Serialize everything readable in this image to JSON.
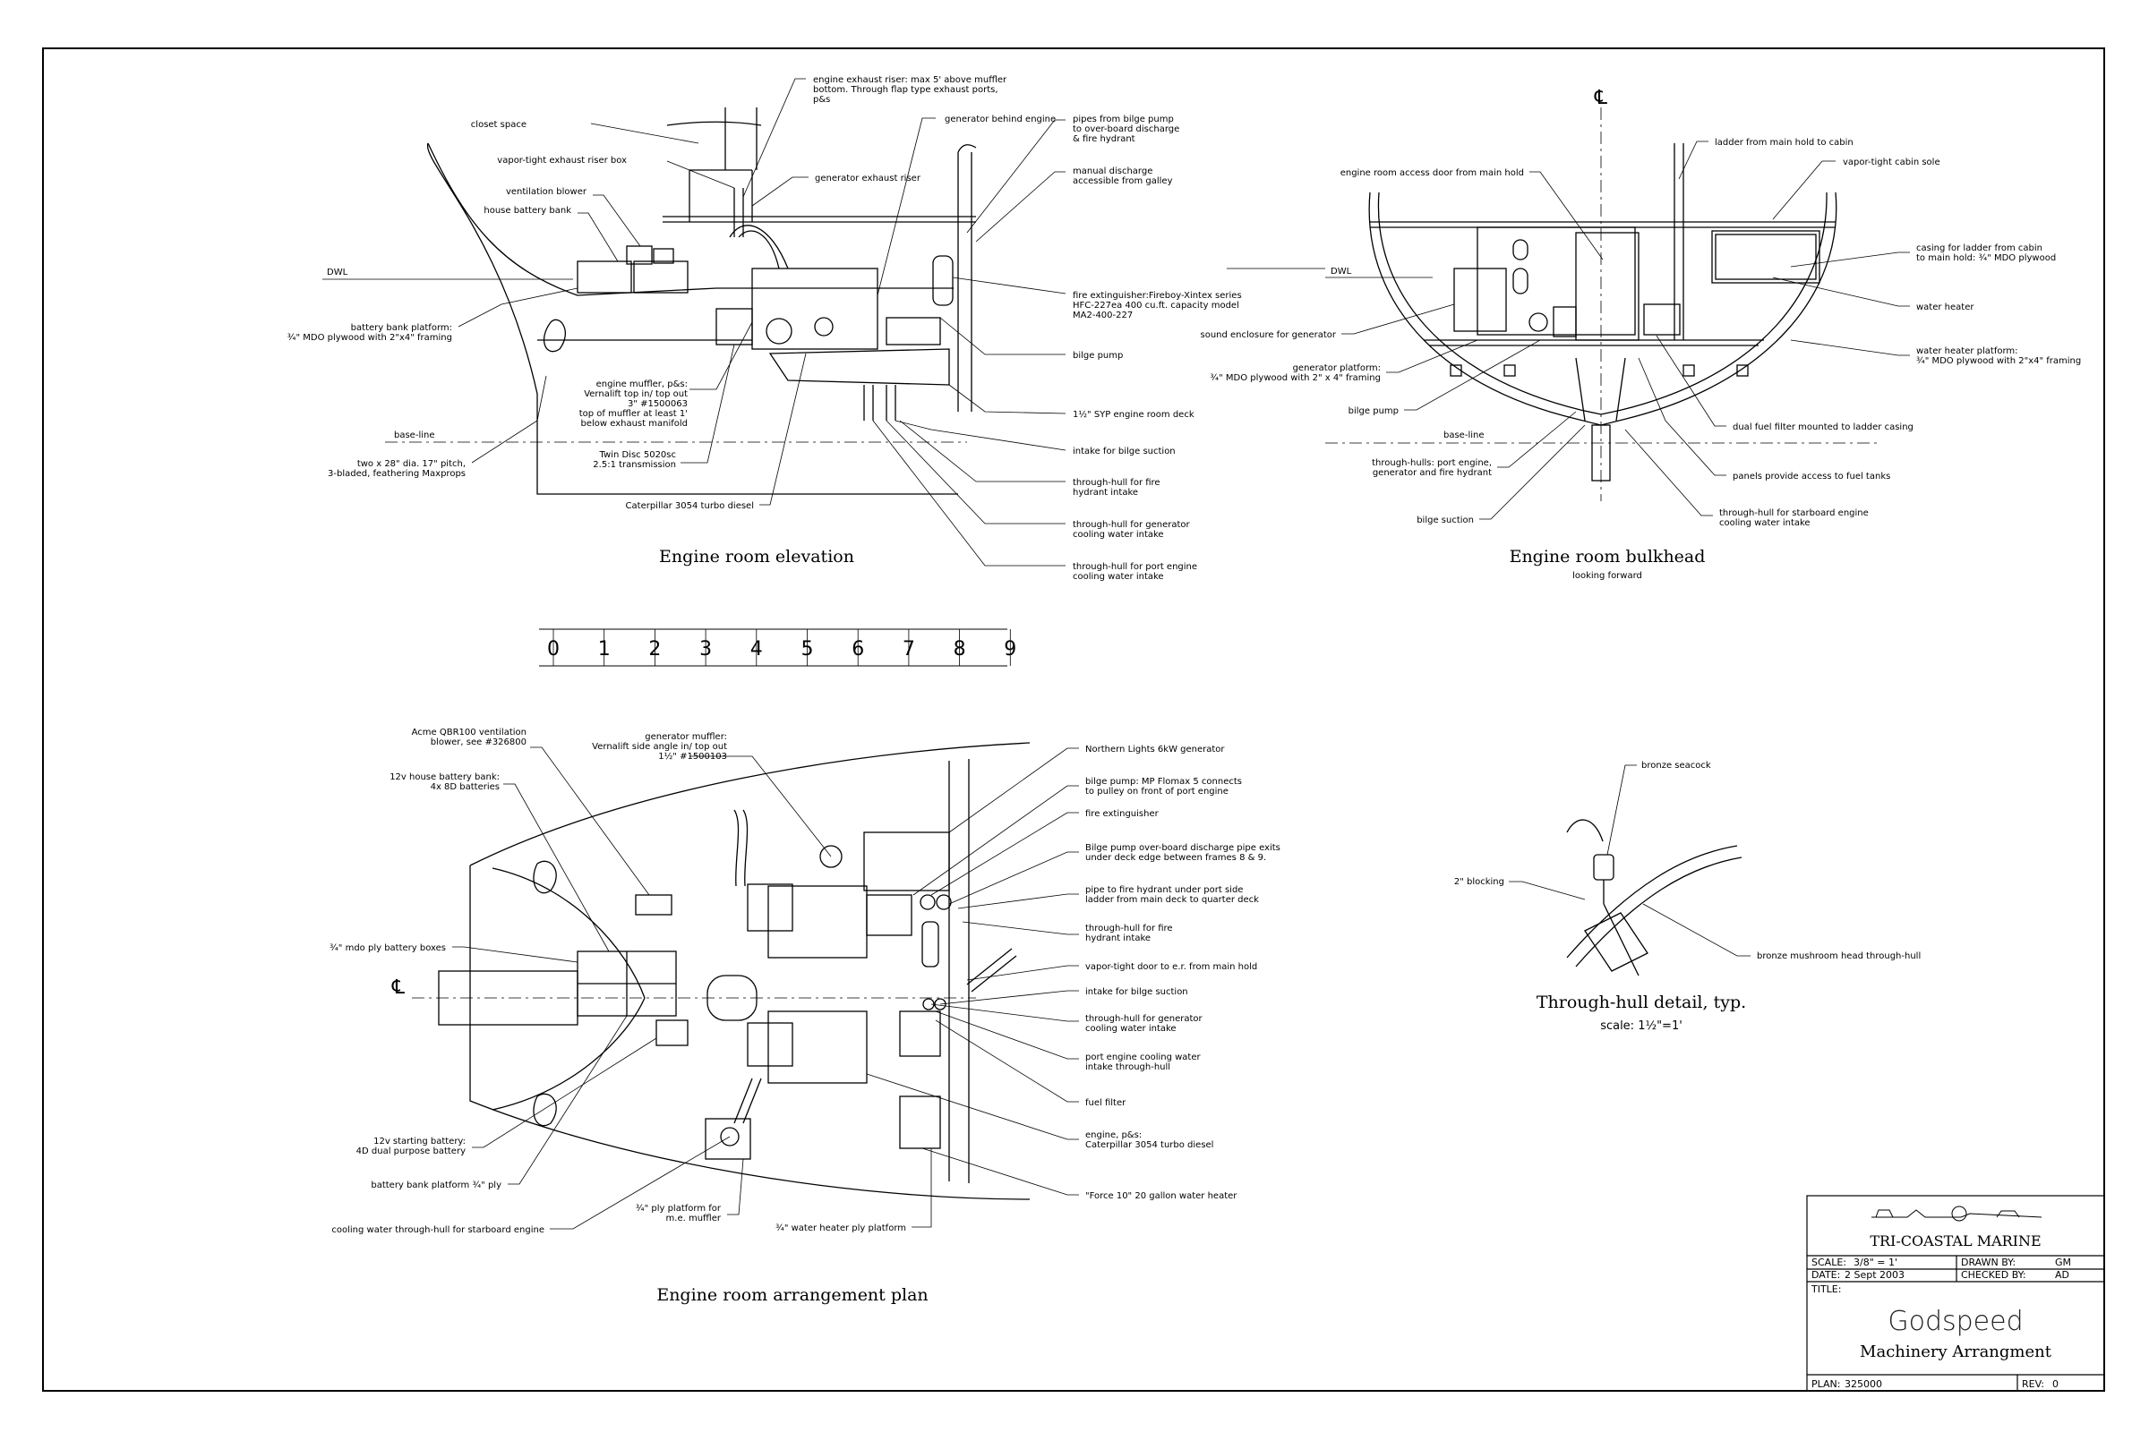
{
  "views": {
    "elevation": {
      "title": "Engine room elevation",
      "dwl": "DWL",
      "baseline": "base-line",
      "labels": {
        "exhaust_riser": [
          "engine exhaust riser: max 5' above muffler",
          "bottom. Through flap type exhaust ports,",
          "p&s"
        ],
        "closet": [
          "closet space"
        ],
        "riser_box": [
          "vapor-tight exhaust riser box"
        ],
        "gen_exhaust": [
          "generator exhaust riser"
        ],
        "gen_behind": [
          "generator behind engine"
        ],
        "pipes_bilge": [
          "pipes from bilge pump",
          "to over-board discharge",
          "& fire hydrant"
        ],
        "manual_discharge": [
          "manual discharge",
          "accessible from galley"
        ],
        "vent_blower": [
          "ventilation blower"
        ],
        "house_battery": [
          "house battery bank"
        ],
        "fire_ext": [
          "fire extinguisher:Fireboy-Xintex series",
          "HFC-227ea 400 cu.ft. capacity model",
          "MA2-400-227"
        ],
        "battery_platform": [
          "battery bank platform:",
          "¾\" MDO plywood with 2\"x4\" framing"
        ],
        "bilge_pump": [
          "bilge pump"
        ],
        "muffler": [
          "engine muffler, p&s:",
          "Vernalift top in/ top out",
          "3\" #1500063",
          "top of muffler at least 1'",
          "below exhaust manifold"
        ],
        "syp_deck": [
          "1½\" SYP engine room deck"
        ],
        "props": [
          "two x 28\" dia. 17\" pitch,",
          "3-bladed, feathering Maxprops"
        ],
        "intake_bilge": [
          "intake for bilge suction"
        ],
        "twin_disc": [
          "Twin Disc 5020sc",
          "2.5:1 transmission"
        ],
        "th_fire": [
          "through-hull for fire",
          "hydrant intake"
        ],
        "caterpillar": [
          "Caterpillar 3054 turbo diesel"
        ],
        "th_generator": [
          "through-hull for generator",
          "cooling water intake"
        ],
        "th_port": [
          "through-hull for port engine",
          "cooling water intake"
        ]
      }
    },
    "bulkhead": {
      "title": "Engine room bulkhead",
      "subtitle": "looking forward",
      "centerline": "℄",
      "dwl": "DWL",
      "baseline": "base-line",
      "labels": {
        "ladder": [
          "ladder from main hold to cabin"
        ],
        "access_door": [
          "engine room access door from main hold"
        ],
        "cabin_sole": [
          "vapor-tight cabin sole"
        ],
        "casing": [
          "casing for ladder from cabin",
          "to main hold: ¾\" MDO plywood"
        ],
        "water_heater": [
          "water heater"
        ],
        "sound_enclosure": [
          "sound enclosure for generator"
        ],
        "wh_platform": [
          "water heater platform:",
          "¾\" MDO plywood with 2\"x4\" framing"
        ],
        "gen_platform": [
          "generator platform:",
          "¾\" MDO plywood with 2\" x 4\" framing"
        ],
        "bilge_pump": [
          "bilge pump"
        ],
        "dual_fuel": [
          "dual fuel filter mounted to ladder casing"
        ],
        "th_hulls": [
          "through-hulls: port engine,",
          "generator and fire hydrant"
        ],
        "panels": [
          "panels provide access to fuel tanks"
        ],
        "bilge_suction": [
          "bilge suction"
        ],
        "th_starboard": [
          "through-hull for starboard engine",
          "cooling water intake"
        ]
      }
    },
    "scale_bar": {
      "ticks": [
        "0",
        "1",
        "2",
        "3",
        "4",
        "5",
        "6",
        "7",
        "8",
        "9"
      ]
    },
    "plan": {
      "title": "Engine room arrangement plan",
      "centerline": "℄",
      "labels": {
        "acme": [
          "Acme QBR100 ventilation",
          "blower, see #326800"
        ],
        "gen_muffler": [
          "generator muffler:",
          "Vernalift side angle in/ top out",
          "1½\" #1500103"
        ],
        "northern": [
          "Northern Lights 6kW generator"
        ],
        "house_bank": [
          "12v house battery bank:",
          "4x 8D batteries"
        ],
        "bilge_mp": [
          "bilge pump: MP Flomax 5 connects",
          "to pulley on front of port engine"
        ],
        "fire_ext": [
          "fire extinguisher"
        ],
        "overboard": [
          "Bilge pump over-board discharge pipe exits",
          "under deck edge between frames 8 & 9."
        ],
        "hydrant_pipe": [
          "pipe to fire hydrant under port side",
          "ladder from main deck to quarter deck"
        ],
        "th_hydrant": [
          "through-hull for fire",
          "hydrant intake"
        ],
        "mdo_boxes": [
          "¾\" mdo ply battery boxes"
        ],
        "vt_door": [
          "vapor-tight door to e.r. from main hold"
        ],
        "intake_bilge": [
          "intake for bilge suction"
        ],
        "th_gen": [
          "through-hull for generator",
          "cooling water intake"
        ],
        "port_cooling": [
          "port engine cooling water",
          "intake through-hull"
        ],
        "fuel_filter": [
          "fuel filter"
        ],
        "starting_battery": [
          "12v starting battery:",
          "4D dual purpose battery"
        ],
        "engine_ps": [
          "engine, p&s:",
          "Caterpillar 3054 turbo diesel"
        ],
        "bb_platform": [
          "battery bank platform ¾\" ply"
        ],
        "force10": [
          "\"Force 10\" 20 gallon water heater"
        ],
        "ply_muffler": [
          "¾\" ply platform for",
          "m.e. muffler"
        ],
        "wh_ply": [
          "¾\" water heater ply platform"
        ],
        "cw_starboard": [
          "cooling water through-hull for starboard engine"
        ]
      }
    },
    "detail": {
      "title": "Through-hull detail, typ.",
      "scale": "scale:  1½\"=1'",
      "labels": {
        "seacock": [
          "bronze seacock"
        ],
        "blocking": [
          "2\" blocking"
        ],
        "mushroom": [
          "bronze mushroom head through-hull"
        ]
      }
    }
  },
  "title_block": {
    "company": "TRI-COASTAL MARINE",
    "scale_label": "SCALE:",
    "scale_value": "3/8\" = 1'",
    "drawn_label": "DRAWN BY:",
    "drawn_value": "GM",
    "date_label": "DATE:",
    "date_value": "2 Sept 2003",
    "checked_label": "CHECKED BY:",
    "checked_value": "AD",
    "title_label": "TITLE:",
    "vessel": "Godspeed",
    "drawing_title": "Machinery Arrangment",
    "plan_label": "PLAN:",
    "plan_value": "325000",
    "rev_label": "REV:",
    "rev_value": "0"
  }
}
